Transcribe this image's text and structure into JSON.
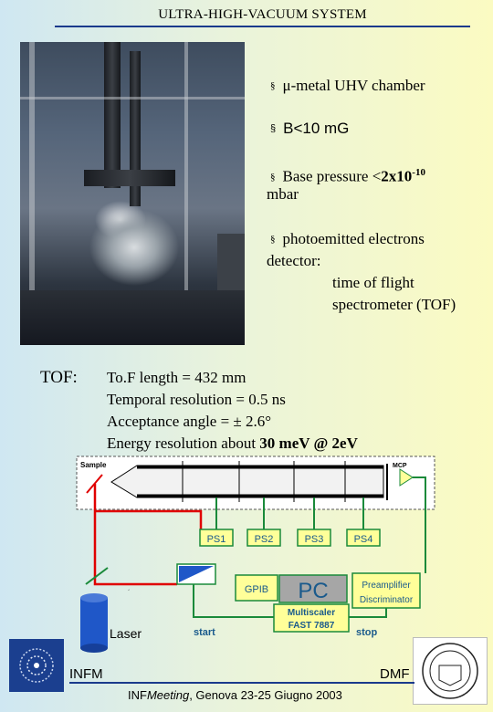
{
  "header": {
    "title": "ULTRA-HIGH-VACUUM SYSTEM"
  },
  "bullets": {
    "b1": "μ-metal UHV chamber",
    "b2": "B<10 mG",
    "b3_pre": "Base pressure <",
    "b3_bold": "2x10",
    "b3_sup": "-10",
    "b3_post": "mbar",
    "b4_line1": "photoemitted electrons",
    "b4_line2": "detector:",
    "b4_line3": "time of flight",
    "b4_line4": "spectrometer (TOF)",
    "marker": "§"
  },
  "tof": {
    "label": "TOF:",
    "line1": "To.F length = 432 mm",
    "line2": "Temporal resolution = 0.5 ns",
    "line3": "Acceptance angle = ± 2.6°",
    "line4_pre": "Energy resolution about ",
    "line4_bold": "30 meV @ 2eV"
  },
  "diagram": {
    "sample": "Sample",
    "mcp": "MCP",
    "ps1": "PS1",
    "ps2": "PS2",
    "ps3": "PS3",
    "ps4": "PS4",
    "gpib": "GPIB",
    "pc": "PC",
    "multiscaler_1": "Multiscaler",
    "multiscaler_2": "FAST 7887",
    "preamp_1": "Preamplifier",
    "preamp_2": "Discriminator",
    "laser": "Laser",
    "start": "start",
    "stop": "stop",
    "colors": {
      "beam": "#e00000",
      "wire": "#1a8a3a",
      "box": "#1a8a3a",
      "ps_fill": "#ffff99",
      "pc_fill": "#a6a6a6"
    }
  },
  "footer": {
    "left": "INFM",
    "right": "DMF",
    "meeting_bold": "INF",
    "meeting_italic": "Meeting",
    "meeting_rest": ", Genova 23-25 Giugno 2003"
  }
}
